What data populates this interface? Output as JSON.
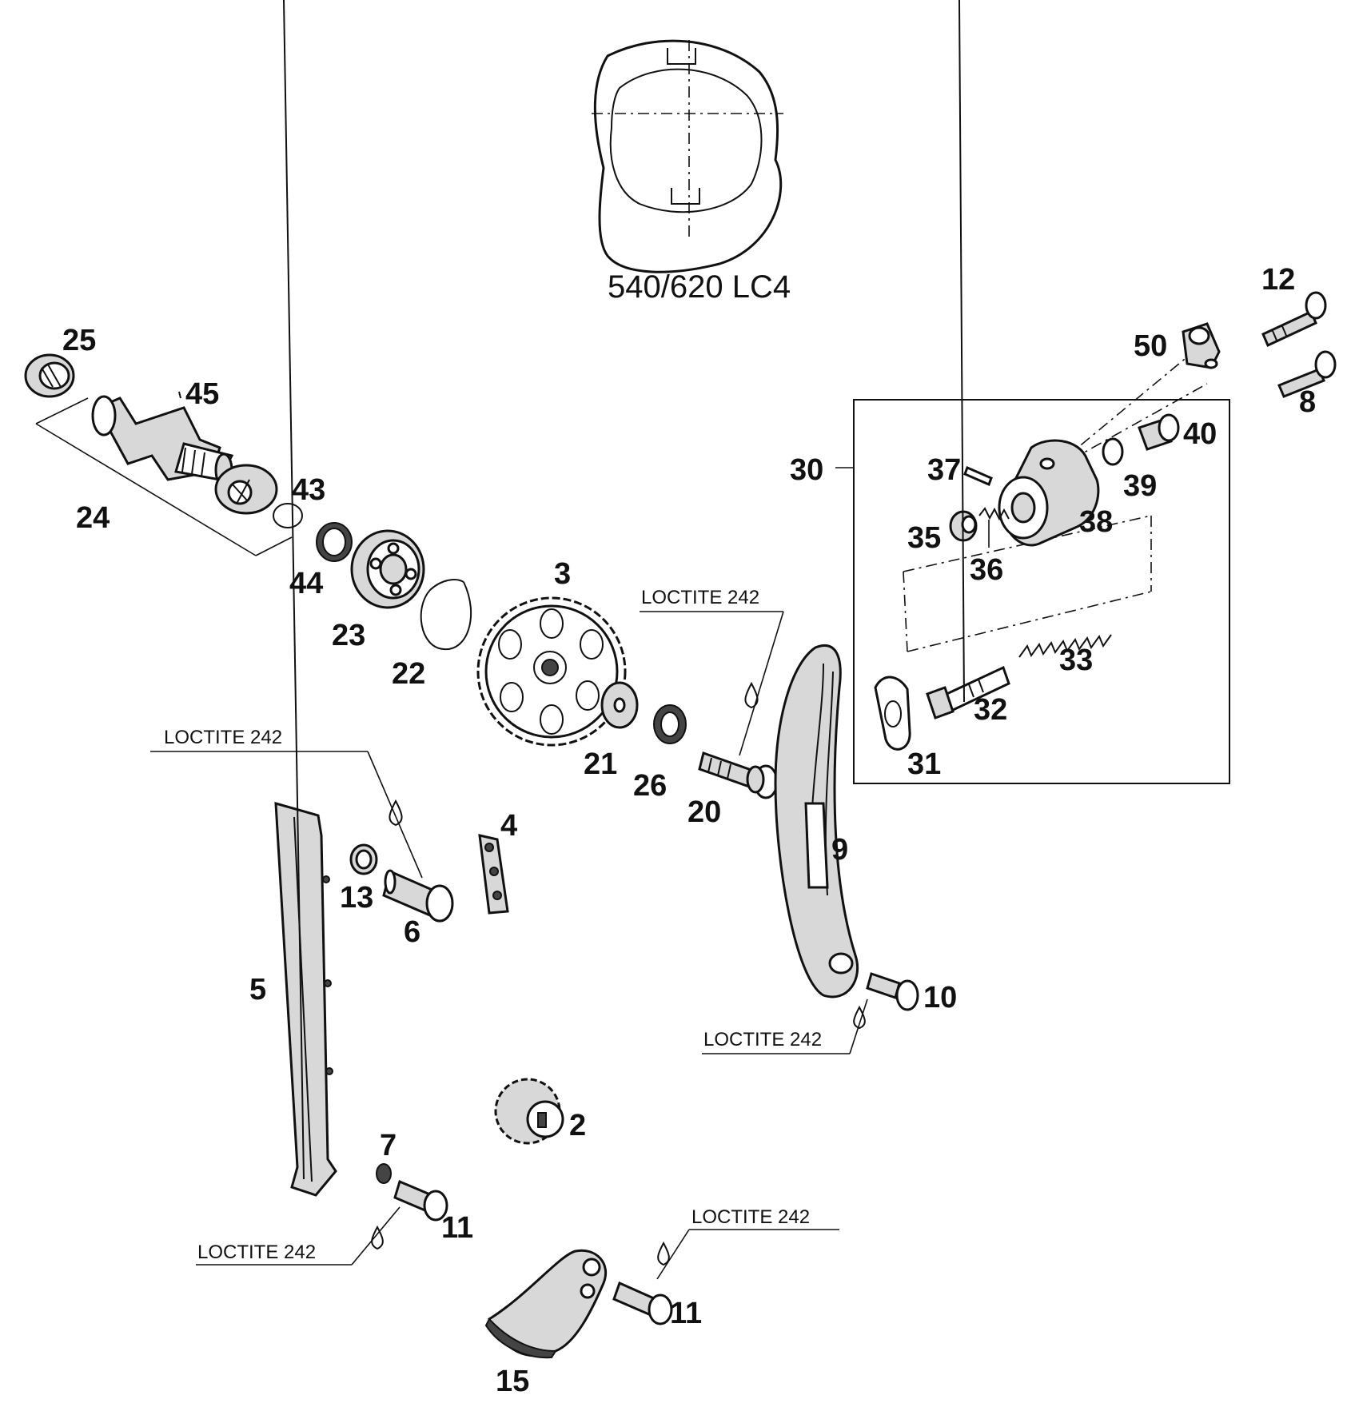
{
  "model_label": "540/620 LC4",
  "loctite_label": "LOCTITE 242",
  "part_numbers": {
    "p2": "2",
    "p3": "3",
    "p4": "4",
    "p5": "5",
    "p6": "6",
    "p7": "7",
    "p8": "8",
    "p9": "9",
    "p10": "10",
    "p11a": "11",
    "p11b": "11",
    "p12": "12",
    "p13": "13",
    "p15": "15",
    "p20": "20",
    "p21": "21",
    "p22": "22",
    "p23": "23",
    "p24": "24",
    "p25": "25",
    "p26": "26",
    "p30": "30",
    "p31": "31",
    "p32": "32",
    "p33": "33",
    "p35": "35",
    "p36": "36",
    "p37": "37",
    "p38": "38",
    "p39": "39",
    "p40": "40",
    "p43": "43",
    "p44": "44",
    "p45": "45",
    "p50": "50"
  }
}
